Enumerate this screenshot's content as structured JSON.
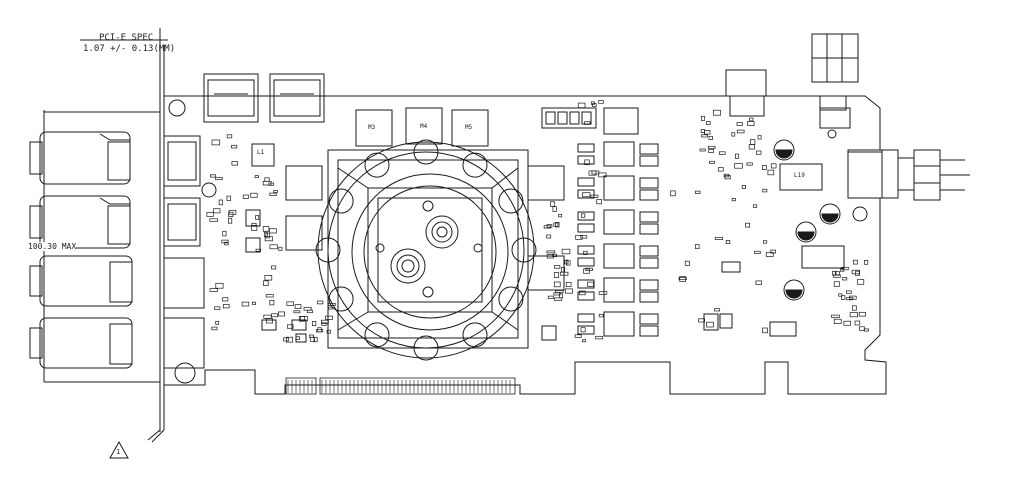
{
  "annotations": {
    "spec_label": "PCI-E SPEC",
    "spec_value": "1.07 +/- 0.13(MM)",
    "dimension_label": "100.30 MAX",
    "note_marker": "1"
  },
  "memory_chips": [
    "M3",
    "M4",
    "M5"
  ],
  "components": {
    "inductor_l1": "L1",
    "inductor_l19": "L19"
  },
  "colors": {
    "line": "#1a1a1a",
    "background": "#ffffff"
  }
}
